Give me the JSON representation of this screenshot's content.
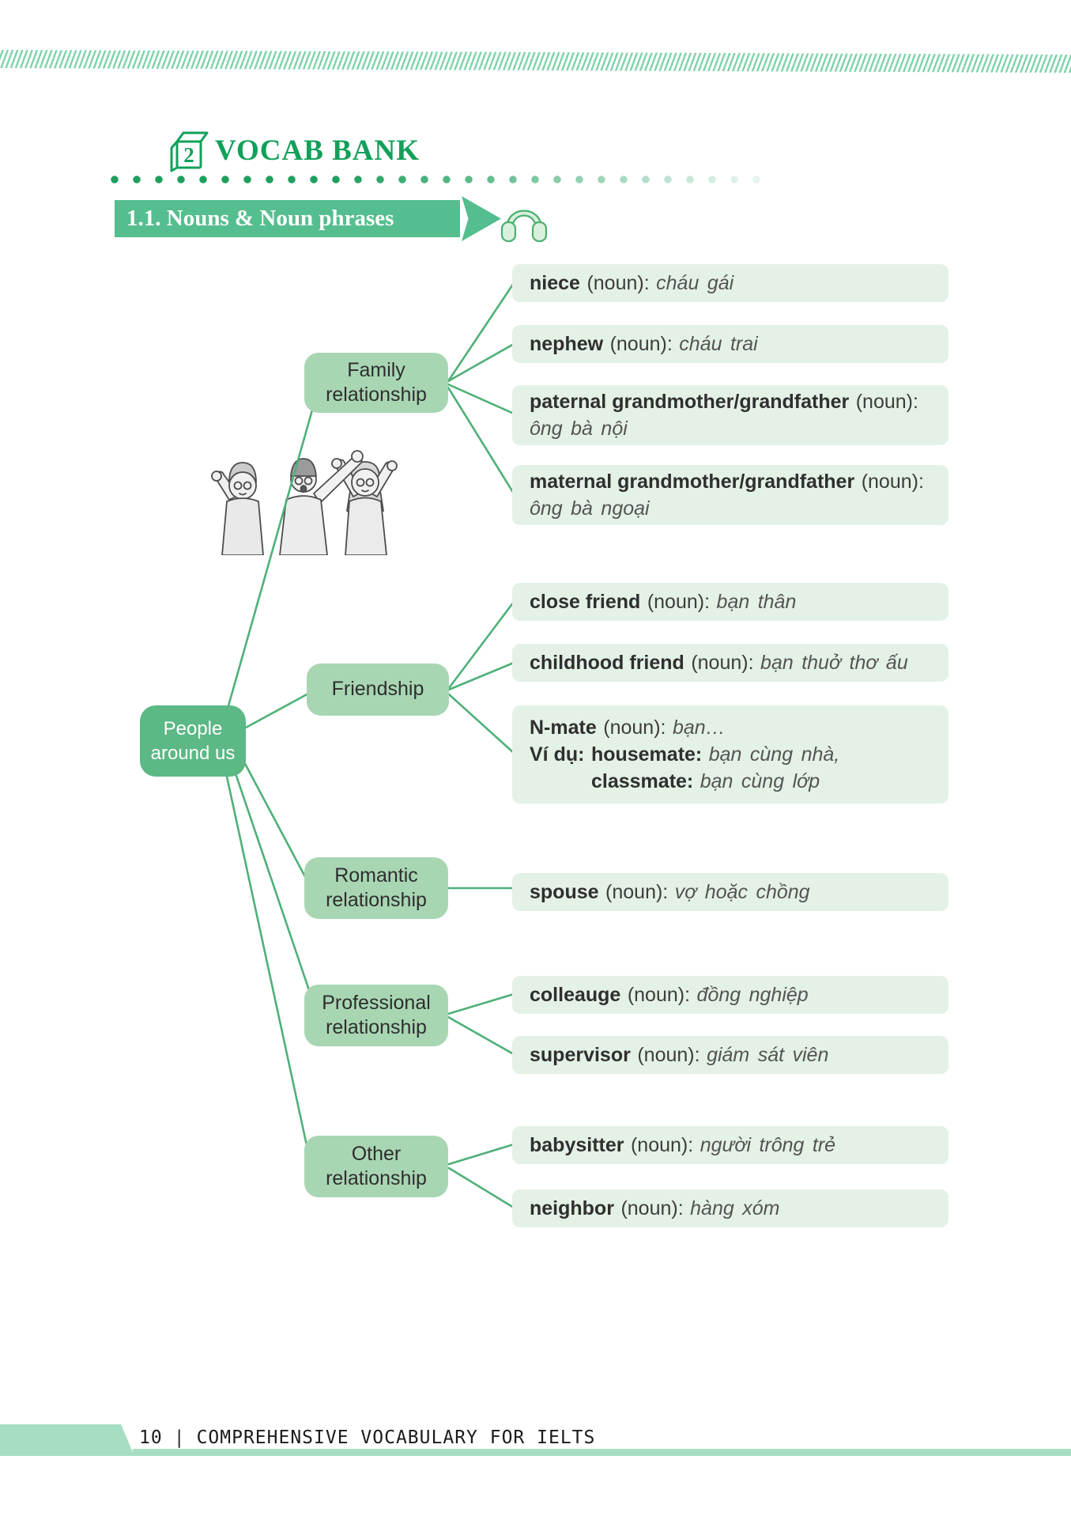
{
  "header": {
    "chapter_number": "2",
    "title": "VOCAB BANK"
  },
  "banner": {
    "label": "1.1. Nouns & Noun phrases"
  },
  "icons": {
    "chapter_icon": "cube-with-number",
    "audio_icon": "headphones",
    "banner_arrow": "right-arrow"
  },
  "colors": {
    "accent_green": "#12A05A",
    "banner_green": "#55BE8E",
    "root_node_green": "#5CB885",
    "branch_green": "#A8D6B3",
    "entry_background": "#E4F1E6",
    "connector_green": "#4EB077",
    "footer_green": "#A7DEC2"
  },
  "mindmap": {
    "root": {
      "line1": "People",
      "line2": "around us"
    },
    "branches": [
      {
        "line1": "Family",
        "line2": "relationship"
      },
      {
        "line1": "Friendship",
        "line2": ""
      },
      {
        "line1": "Romantic",
        "line2": "relationship"
      },
      {
        "line1": "Professional",
        "line2": "relationship"
      },
      {
        "line1": "Other",
        "line2": "relationship"
      }
    ],
    "entries": [
      {
        "term": "niece",
        "pos": "(noun):",
        "meaning": "cháu gái"
      },
      {
        "term": "nephew",
        "pos": "(noun):",
        "meaning": "cháu trai"
      },
      {
        "term": "paternal grandmother/grandfather",
        "pos": "(noun):",
        "meaning": "ông bà nội"
      },
      {
        "term": "maternal grandmother/grandfather",
        "pos": "(noun):",
        "meaning": "ông bà ngoại"
      },
      {
        "term": "close friend",
        "pos": "(noun):",
        "meaning": "bạn thân"
      },
      {
        "term": "childhood friend",
        "pos": "(noun):",
        "meaning": "bạn thuở thơ ấu"
      },
      {
        "term": "N-mate",
        "pos": "(noun):",
        "meaning": "bạn…",
        "example_label": "Ví dụ:",
        "examples": [
          {
            "term": "housemate:",
            "meaning": "bạn cùng nhà,"
          },
          {
            "term": "classmate:",
            "meaning": "bạn cùng lớp"
          }
        ]
      },
      {
        "term": "spouse",
        "pos": "(noun):",
        "meaning": "vợ hoặc chồng"
      },
      {
        "term": "colleauge",
        "pos": "(noun):",
        "meaning": "đồng nghiệp"
      },
      {
        "term": "supervisor",
        "pos": "(noun):",
        "meaning": "giám sát viên"
      },
      {
        "term": "babysitter",
        "pos": "(noun):",
        "meaning": "người trông trẻ"
      },
      {
        "term": "neighbor",
        "pos": "(noun):",
        "meaning": "hàng xóm"
      }
    ]
  },
  "footer": {
    "page_number": "10",
    "divider": "|",
    "book_title": "COMPREHENSIVE VOCABULARY FOR IELTS"
  }
}
